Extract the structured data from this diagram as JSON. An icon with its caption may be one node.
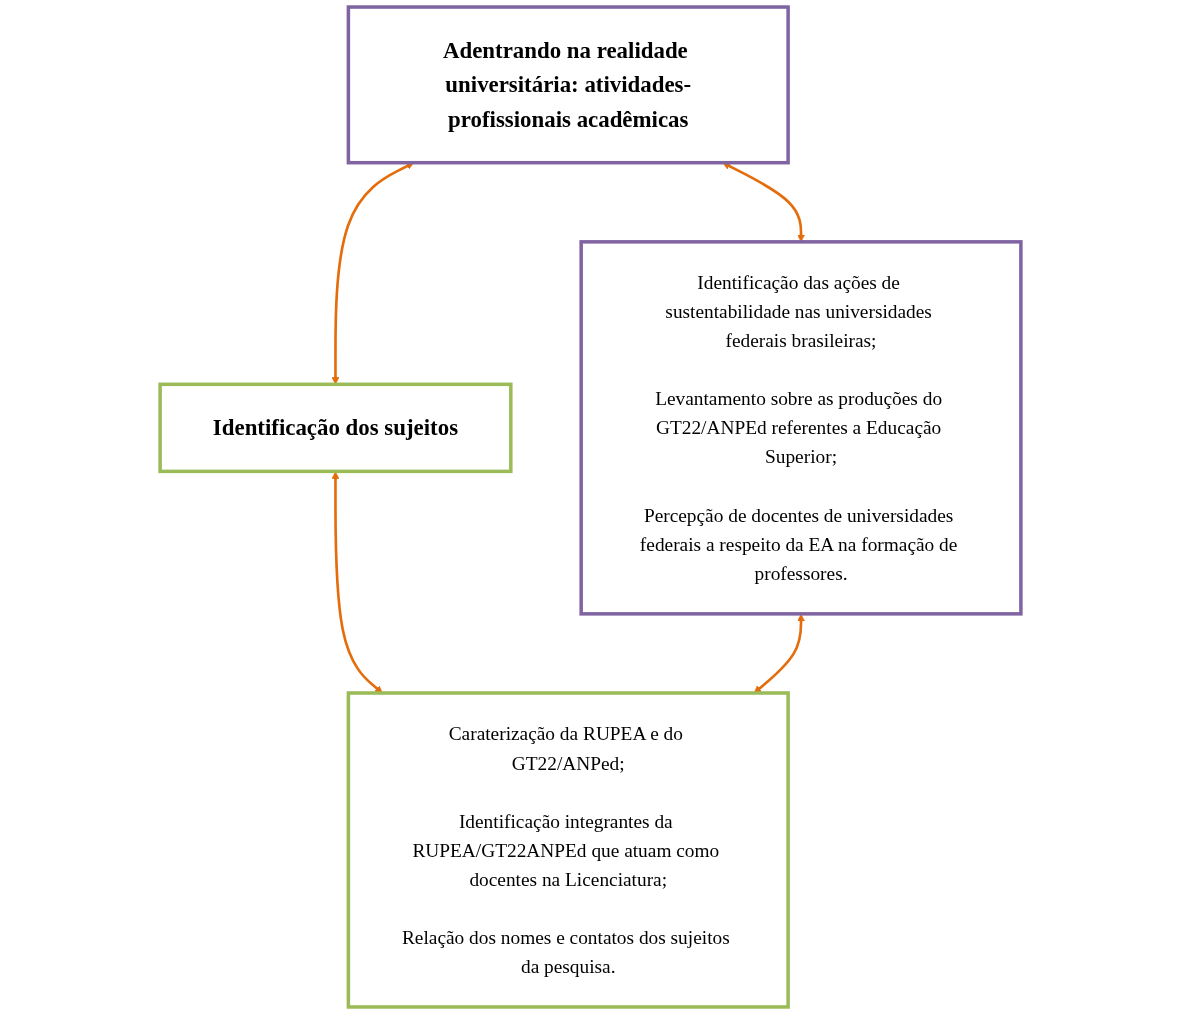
{
  "diagram": {
    "nodes": [
      {
        "text": [
          "Adentrando na realidade universitária: atividades-profissionais acadêmicas"
        ]
      },
      {
        "text": [
          "Identificação dos sujeitos"
        ]
      },
      {
        "text": [
          "Identificação das ações de sustentabilidade nas universidades federais brasileiras;",
          "Levantamento sobre as produções do GT22/ANPEd referentes a Educação Superior;",
          "Percepção de docentes de universidades federais a respeito da EA na formação de professores."
        ]
      },
      {
        "text": [
          "Caraterização da RUPEA e do GT22/ANPed;",
          "Identificação integrantes da RUPEA/GT22ANPEd que atuam como docentes na Licenciatura;",
          "Relação dos nomes e contatos dos sujeitos da pesquisa."
        ]
      }
    ],
    "edges": [
      {
        "from": 0,
        "to": 1,
        "arrow": "both"
      },
      {
        "from": 0,
        "to": 2,
        "arrow": "both"
      },
      {
        "from": 1,
        "to": 3,
        "arrow": "both"
      },
      {
        "from": 2,
        "to": 3,
        "arrow": "both"
      }
    ]
  }
}
